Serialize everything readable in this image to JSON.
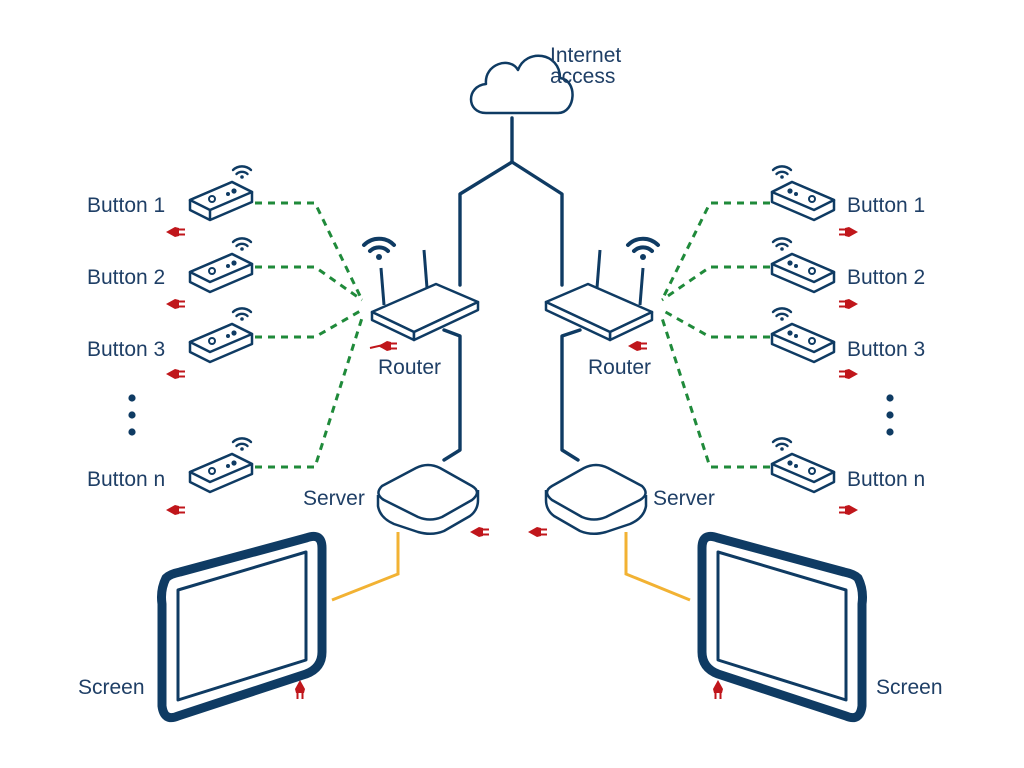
{
  "cloud": {
    "label_line1": "Internet",
    "label_line2": "access"
  },
  "left": {
    "buttons": [
      "Button 1",
      "Button 2",
      "Button 3",
      "Button n"
    ],
    "router": "Router",
    "server": "Server",
    "screen": "Screen"
  },
  "right": {
    "buttons": [
      "Button 1",
      "Button 2",
      "Button 3",
      "Button n"
    ],
    "router": "Router",
    "server": "Server",
    "screen": "Screen"
  },
  "colors": {
    "device_stroke": "#0f3b63",
    "label_text": "#1f3f66",
    "wifi_link": "#1f8a3a",
    "hdmi_link": "#f2b233",
    "power_plug": "#c0161b"
  }
}
